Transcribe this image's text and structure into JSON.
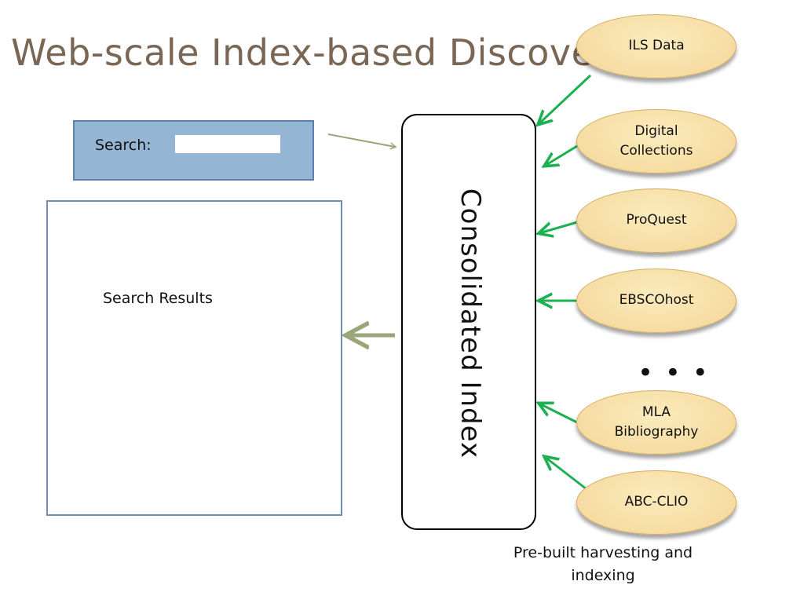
{
  "slide": {
    "title": "Web-scale Index-based Discovery"
  },
  "search": {
    "label": "Search:",
    "value": ""
  },
  "results": {
    "label": "Search Results"
  },
  "index": {
    "label": "Consolidated Index"
  },
  "sources": [
    {
      "label": "ILS Data"
    },
    {
      "label": "Digital Collections"
    },
    {
      "label": "ProQuest"
    },
    {
      "label": "EBSCOhost"
    },
    {
      "label": "MLA Bibliography"
    },
    {
      "label": "ABC-CLIO"
    }
  ],
  "more_indicator": "• • •",
  "caption": "Pre-built harvesting and indexing",
  "colors": {
    "title": "#7a6654",
    "search_box": "#95b5d4",
    "source_fill": "#f5dba0",
    "source_arrow": "#1db050",
    "flow_arrow": "#9aa57a"
  }
}
